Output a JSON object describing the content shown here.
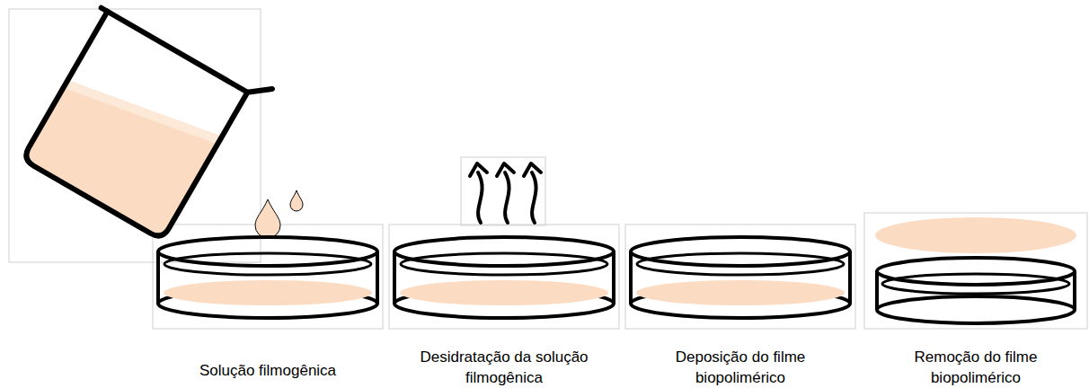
{
  "diagram": {
    "labels": [
      "Solução filmogênica",
      "Desidratação da solução filmogênica",
      "Deposição do filme biopolimérico",
      "Remoção do filme biopolimérico"
    ]
  }
}
